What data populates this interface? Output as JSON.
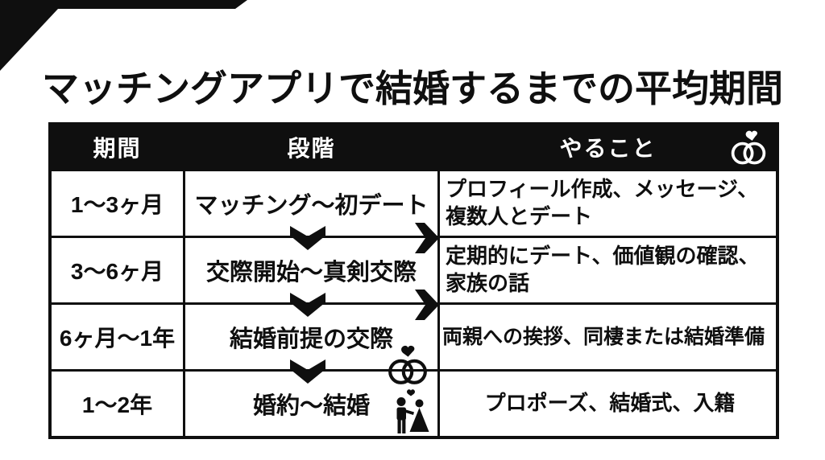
{
  "colors": {
    "background": "#ffffff",
    "ink": "#0f0f0f",
    "header_bg": "#0f0f0f",
    "header_text": "#ffffff"
  },
  "title": "マッチングアプリで結婚するまでの平均期間",
  "table": {
    "headers": [
      "期間",
      "段階",
      "やること"
    ],
    "rows": [
      {
        "period": "1〜3ヶ月",
        "stage": "マッチング〜初デート",
        "todo": "プロフィール作成、メッセージ、複数人とデート"
      },
      {
        "period": "3〜6ヶ月",
        "stage": "交際開始〜真剣交際",
        "todo": "定期的にデート、価値観の確認、家族の話"
      },
      {
        "period": "6ヶ月〜1年",
        "stage": "結婚前提の交際",
        "todo": "両親への挨拶、同棲または結婚準備"
      },
      {
        "period": "1〜2年",
        "stage": "婚約〜結婚",
        "todo": "プロポーズ、結婚式、入籍"
      }
    ]
  },
  "icons": {
    "header_right": "wedding-rings-icon",
    "stage_row3": "wedding-rings-icon",
    "stage_row4": "wedding-couple-icon",
    "between_rows": "chevron-down-arrow",
    "to_todo_column": "chevron-right-arrow",
    "corner": "corner-ribbon"
  }
}
